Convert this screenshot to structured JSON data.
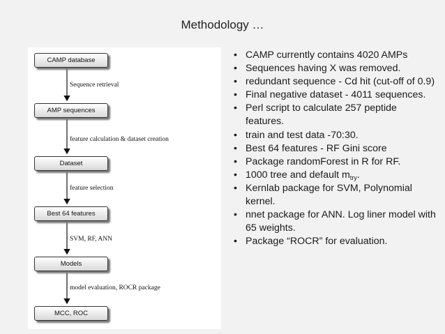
{
  "slide": {
    "title": "Methodology …"
  },
  "flowchart": {
    "nodes": [
      {
        "id": "camp",
        "label": "CAMP database"
      },
      {
        "id": "seq",
        "label": "AMP sequences"
      },
      {
        "id": "dataset",
        "label": "Dataset"
      },
      {
        "id": "best",
        "label": "Best 64 features"
      },
      {
        "id": "models",
        "label": "Models"
      },
      {
        "id": "mcc",
        "label": "MCC, ROC"
      }
    ],
    "edges": [
      {
        "from": "camp",
        "to": "seq",
        "label": "Sequence retrieval"
      },
      {
        "from": "seq",
        "to": "dataset",
        "label": "feature calculation & dataset creation"
      },
      {
        "from": "dataset",
        "to": "best",
        "label": "feature selection"
      },
      {
        "from": "best",
        "to": "models",
        "label": "SVM, RF, ANN"
      },
      {
        "from": "models",
        "to": "mcc",
        "label": "model evaluation, ROCR package"
      }
    ]
  },
  "bullets": [
    "CAMP currently contains 4020 AMPs",
    "Sequences having X was removed.",
    "redundant sequence - Cd hit (cut-off of 0.9)",
    "Final negative dataset - 4011 sequences.",
    "Perl script to calculate 257 peptide features.",
    "train and test data -70:30.",
    "Best 64 features - RF Gini score",
    "Package randomForest in R for RF.",
    {
      "text": "1000 tree and default m",
      "sub": "try",
      "after": "."
    },
    "Kernlab package for SVM, Polynomial kernel.",
    "nnet package for ANN. Log liner model with 65 weights.",
    "Package “ROCR” for evaluation."
  ]
}
